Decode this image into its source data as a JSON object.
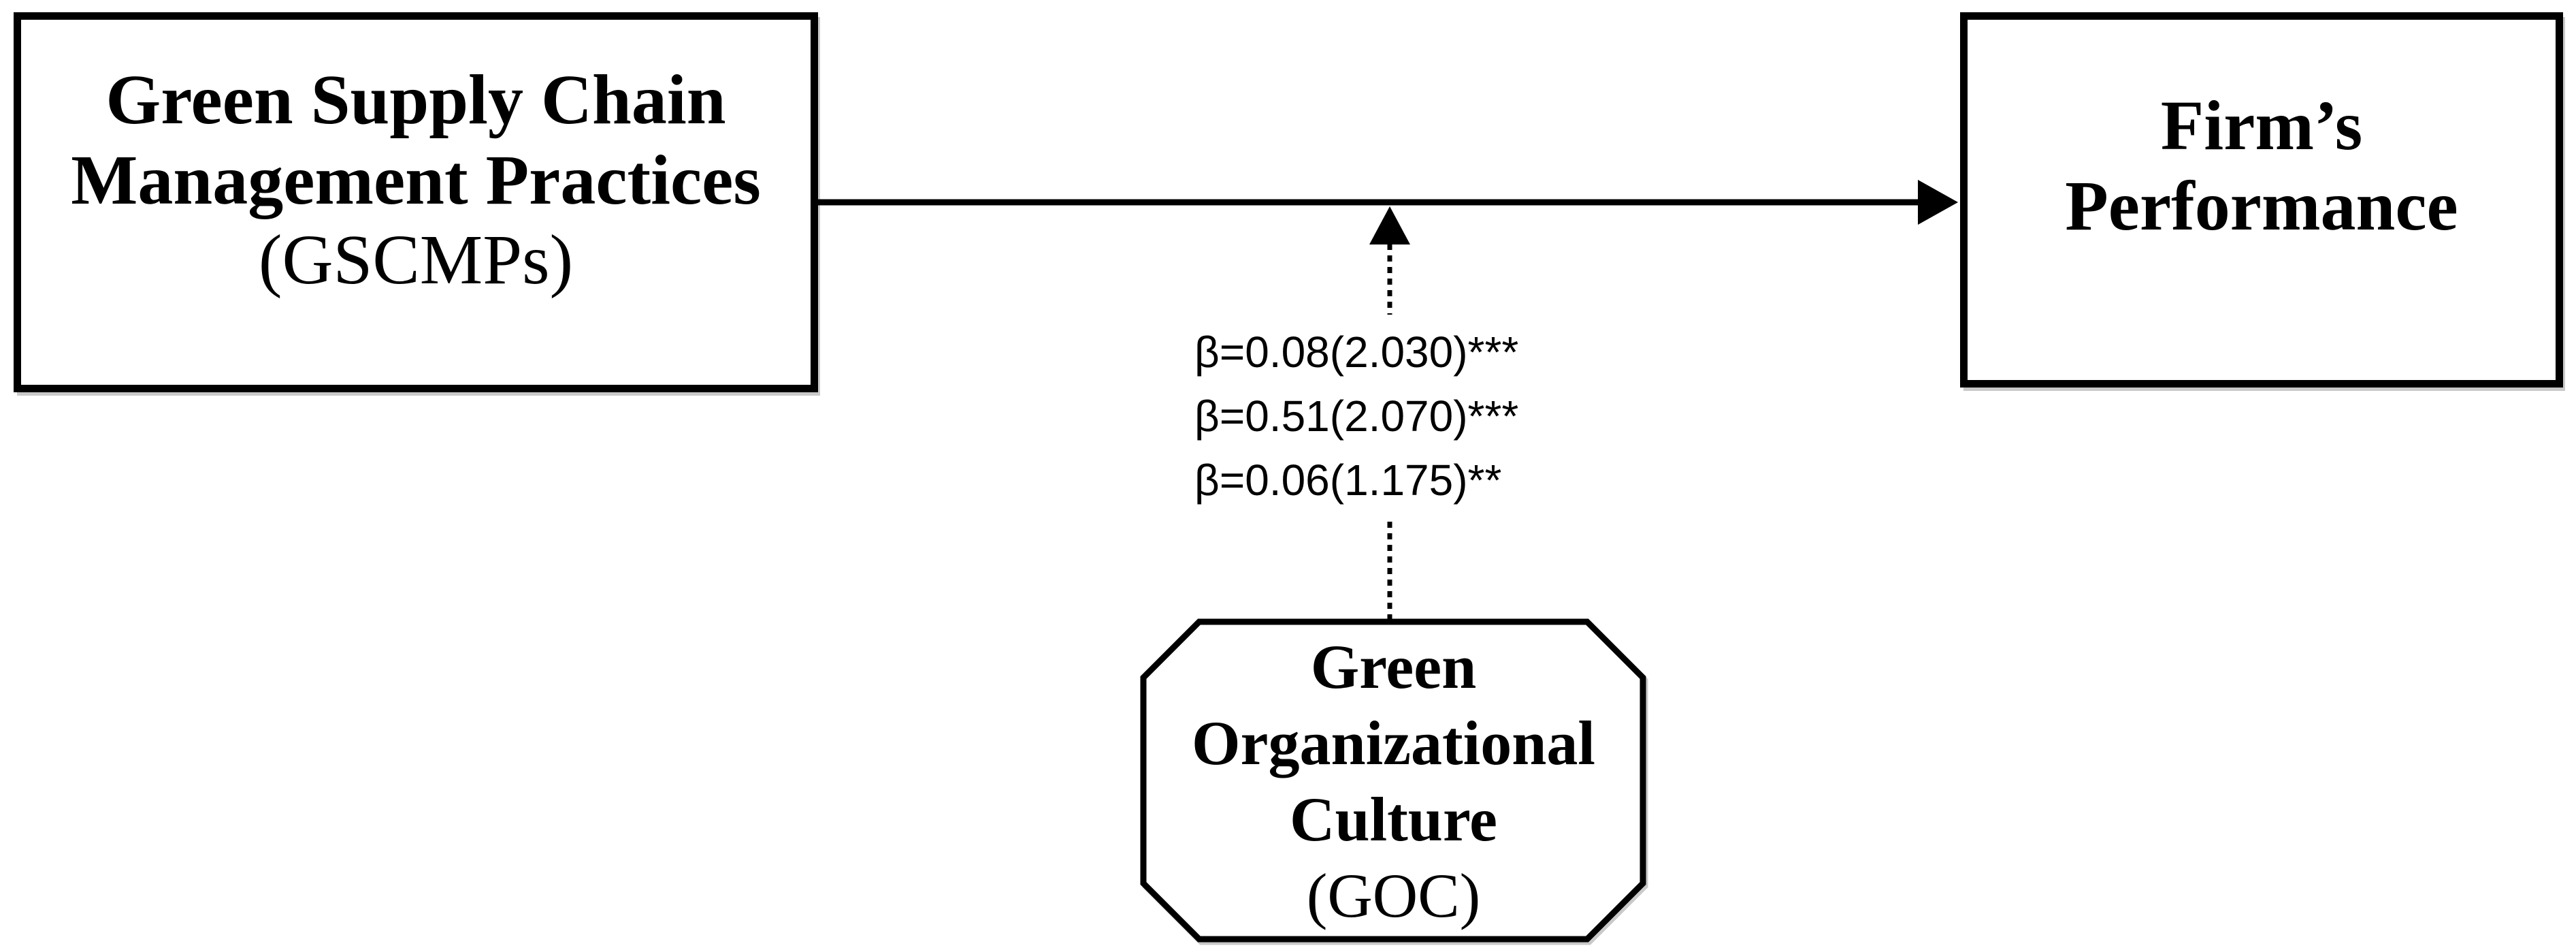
{
  "figure": {
    "colors": {
      "background": "#ffffff",
      "line": "#000000",
      "shadow": "#c9c9c9"
    },
    "independent_box": {
      "lines": [
        "Green Supply Chain",
        "Management Practices",
        "(GSCMPs)"
      ]
    },
    "dependent_box": {
      "lines": [
        "Firm’s",
        "Performance"
      ]
    },
    "moderator_octagon": {
      "lines": [
        "Green",
        "Organizational",
        "Culture",
        "(GOC)"
      ]
    },
    "moderation_labels": [
      "β=0.08(2.030)***",
      "β=0.51(2.070)***",
      "β=0.06(1.175)**"
    ]
  }
}
